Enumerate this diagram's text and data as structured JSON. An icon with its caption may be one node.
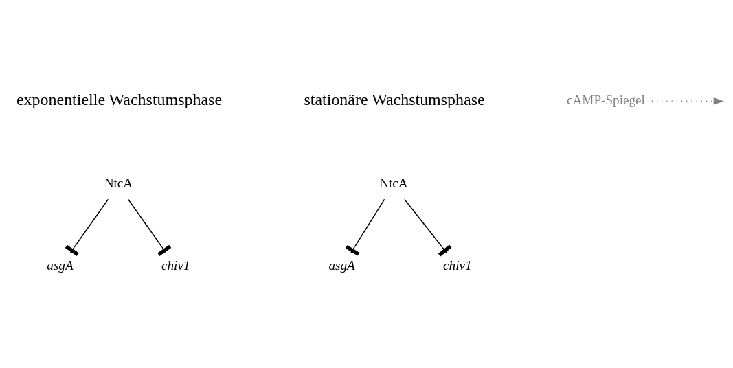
{
  "diagram": {
    "nodes": [
      {
        "text": [
          "NtcA"
        ]
      },
      {
        "text": [
          "asgA"
        ]
      },
      {
        "text": [
          "chiv1"
        ]
      },
      {
        "text": [
          "NtcA"
        ]
      },
      {
        "text": [
          "asgA"
        ]
      },
      {
        "text": [
          "chiv1"
        ]
      },
      {
        "text": [
          "cAMP-Spiegel"
        ]
      }
    ],
    "edges": [
      {
        "from": 0,
        "to": 1,
        "arrow": "other"
      },
      {
        "from": 0,
        "to": 2,
        "arrow": "other"
      },
      {
        "from": 3,
        "to": 4,
        "arrow": "other"
      },
      {
        "from": 3,
        "to": 5,
        "arrow": "other"
      },
      {
        "from": 6,
        "to": null,
        "arrow": "to",
        "style": "dashed",
        "color": "#808080"
      }
    ],
    "labels": [
      "exponentielle Wachstumsphase",
      "stationäre Wachstumsphase"
    ]
  }
}
